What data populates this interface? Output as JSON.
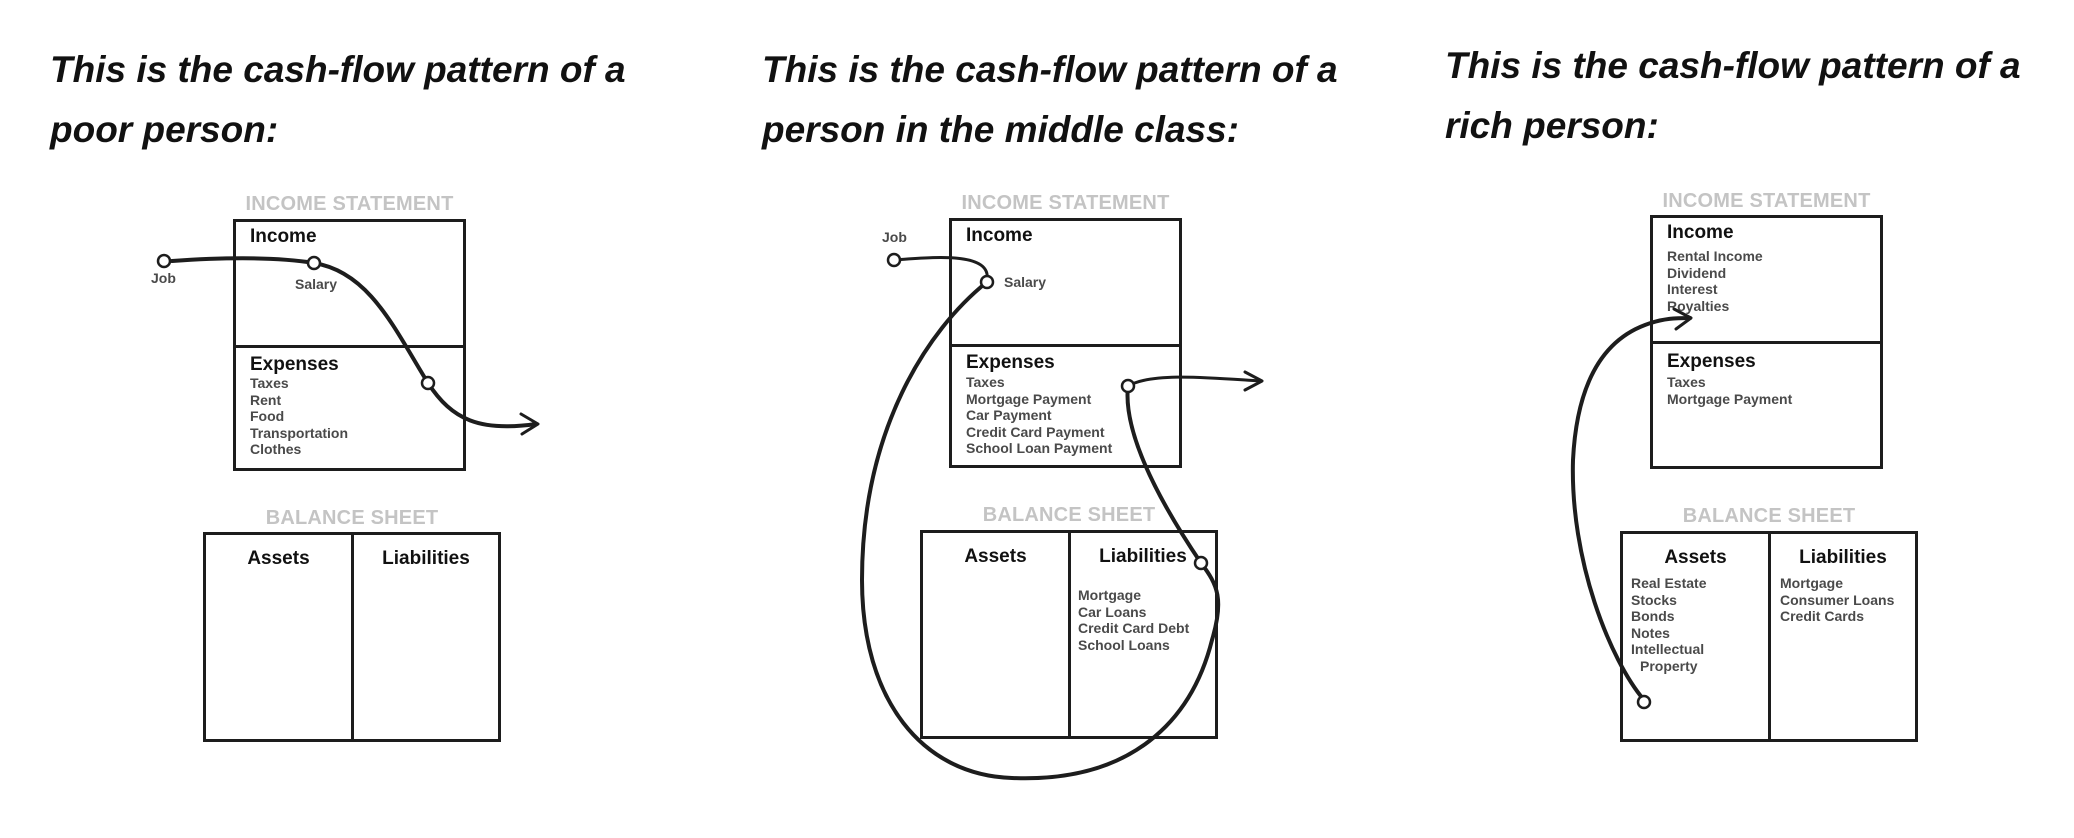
{
  "panels": {
    "poor": {
      "heading": "This is the cash-flow pattern of a poor person:",
      "income_statement_title": "INCOME STATEMENT",
      "income_title": "Income",
      "income_items": [
        "Salary"
      ],
      "expenses_title": "Expenses",
      "expenses_items": [
        "Taxes",
        "Rent",
        "Food",
        "Transportation",
        "Clothes"
      ],
      "balance_sheet_title": "BALANCE SHEET",
      "assets_title": "Assets",
      "assets_items": [],
      "liabilities_title": "Liabilities",
      "liabilities_items": [],
      "source_label": "Job"
    },
    "middle": {
      "heading": "This is the cash-flow pattern of a person in the middle class:",
      "income_statement_title": "INCOME STATEMENT",
      "income_title": "Income",
      "income_items": [
        "Salary"
      ],
      "expenses_title": "Expenses",
      "expenses_items": [
        "Taxes",
        "Mortgage Payment",
        "Car Payment",
        "Credit Card Payment",
        "School Loan Payment"
      ],
      "balance_sheet_title": "BALANCE SHEET",
      "assets_title": "Assets",
      "assets_items": [],
      "liabilities_title": "Liabilities",
      "liabilities_items": [
        "Mortgage",
        "Car Loans",
        "Credit Card Debt",
        "School Loans"
      ],
      "source_label": "Job"
    },
    "rich": {
      "heading": "This is the cash-flow pattern of a rich person:",
      "income_statement_title": "INCOME STATEMENT",
      "income_title": "Income",
      "income_items": [
        "Rental Income",
        "Dividend",
        "Interest",
        "Royalties"
      ],
      "expenses_title": "Expenses",
      "expenses_items": [
        "Taxes",
        "Mortgage Payment"
      ],
      "balance_sheet_title": "BALANCE SHEET",
      "assets_title": "Assets",
      "assets_items": [
        "Real Estate",
        "Stocks",
        "Bonds",
        "Notes",
        "Intellectual",
        "Property"
      ],
      "liabilities_title": "Liabilities",
      "liabilities_items": [
        "Mortgage",
        "Consumer Loans",
        "Credit Cards"
      ]
    }
  },
  "colors": {
    "ink": "#1d1d1d",
    "section_title": "#c4c4c4",
    "item_text": "#4a4a4a"
  }
}
